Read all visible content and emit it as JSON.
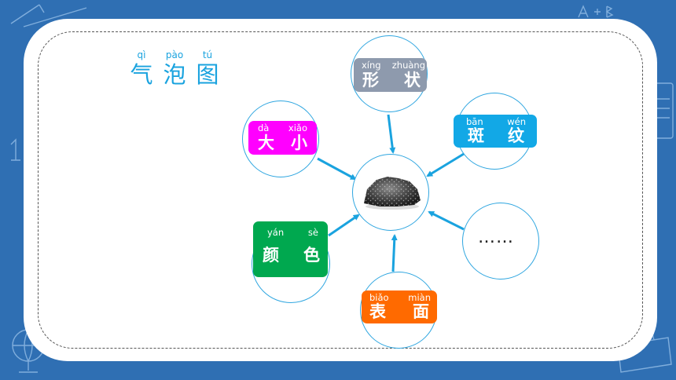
{
  "title": {
    "chars": [
      {
        "pinyin": "qì",
        "hanzi": "气"
      },
      {
        "pinyin": "pào",
        "hanzi": "泡"
      },
      {
        "pinyin": "tú",
        "hanzi": "图"
      }
    ]
  },
  "center": {
    "image": "rock-image"
  },
  "nodes": [
    {
      "id": "shape",
      "pinyin": [
        "xíng",
        "zhuàng"
      ],
      "hanzi": [
        "形",
        "状"
      ],
      "color": "#8e9aad"
    },
    {
      "id": "pattern",
      "pinyin": [
        "bān",
        "wén"
      ],
      "hanzi": [
        "斑",
        "纹"
      ],
      "color": "#12a8e6"
    },
    {
      "id": "size",
      "pinyin": [
        "dà",
        "xiǎo"
      ],
      "hanzi": [
        "大",
        "小"
      ],
      "color": "#ff00ff"
    },
    {
      "id": "color",
      "pinyin": [
        "yán",
        "sè"
      ],
      "hanzi": [
        "颜",
        "色"
      ],
      "color": "#00a84f"
    },
    {
      "id": "surface",
      "pinyin": [
        "biǎo",
        "miàn"
      ],
      "hanzi": [
        "表",
        "面"
      ],
      "color": "#ff6a00"
    },
    {
      "id": "more",
      "text": "……"
    }
  ],
  "colors": {
    "background": "#2f6fb3",
    "accent": "#1aa3df",
    "bubble_border": "#2fa6e0"
  }
}
